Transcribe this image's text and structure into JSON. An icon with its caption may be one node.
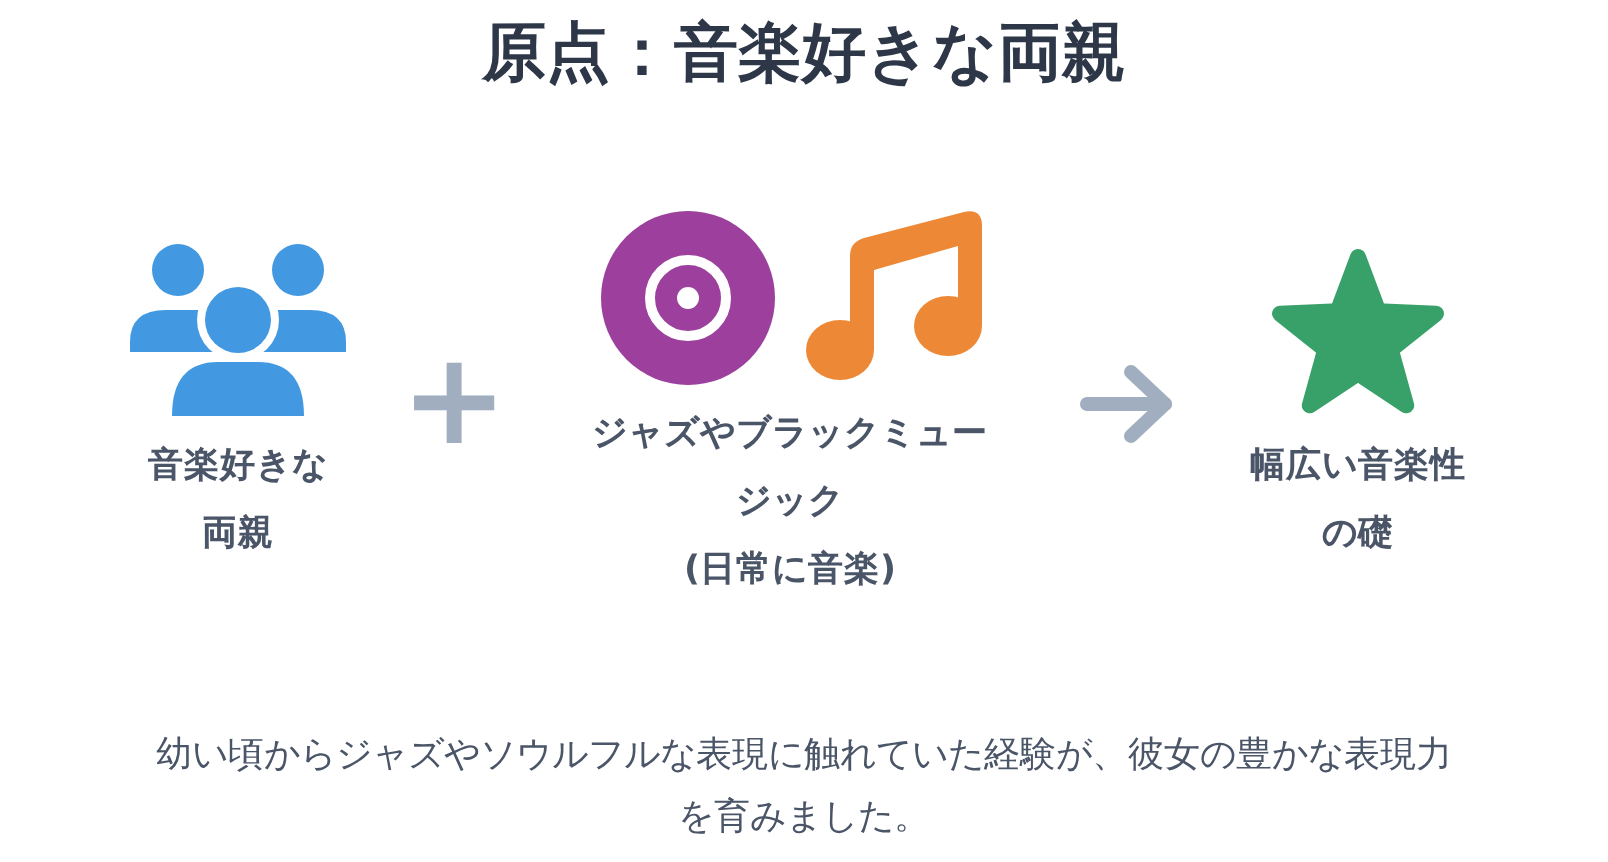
{
  "diagram": {
    "title": "原点：音楽好きな両親",
    "nodes": [
      {
        "text": [
          "音楽好きな両親"
        ]
      },
      {
        "text": [
          "ジャズやブラックミュージック",
          "(日常に音楽)"
        ]
      },
      {
        "text": [
          "幅広い音楽性の礎"
        ]
      }
    ],
    "edges": [
      {
        "from": 1,
        "to": 2,
        "arrow": "to"
      }
    ],
    "labels": [
      "+"
    ],
    "caption": "幼い頃からジャズやソウルフルな表現に触れていた経験が、彼女の豊かな表現力を育みました。"
  }
}
